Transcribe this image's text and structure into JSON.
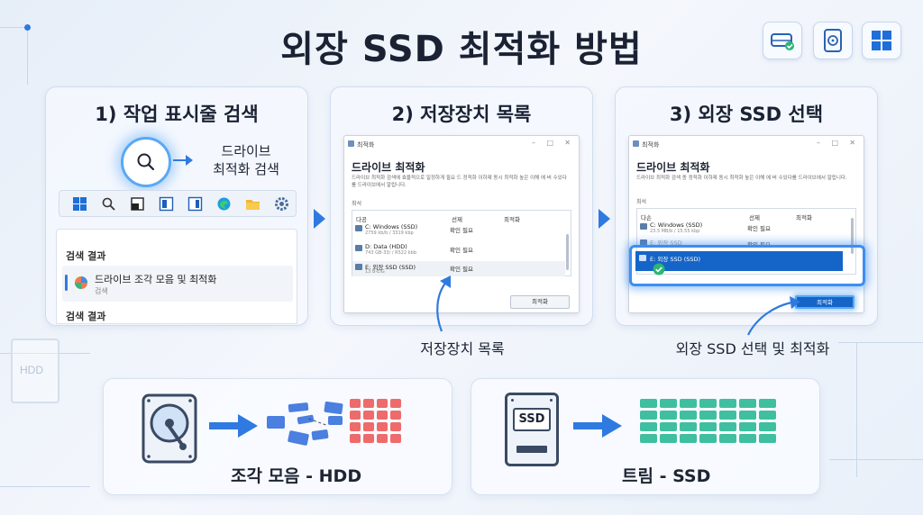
{
  "title": "외장 SSD 최적화 방법",
  "top_icons": [
    "drive-check-icon",
    "disk-optimize-icon",
    "windows-logo-icon"
  ],
  "side_label": "HDD",
  "panel1": {
    "title": "1) 작업 표시줄 검색",
    "callout_line1": "드라이브",
    "callout_line2": "최적화 검색",
    "results": {
      "header1": "검색 결과",
      "item_title": "드라이브 조각 모음 및 최적화",
      "item_sub": "검색",
      "header2": "검색 결과"
    }
  },
  "panel2": {
    "title": "2) 저장장치 목록",
    "dialog": {
      "window_title": "최적화",
      "heading": "드라이브 최적화",
      "desc": "드라이브 최적화 검색에 효율적으로 일정하게 필요 드 정적화 이하제 동시 최적화 높은 이해 에 버 수있다를 드라이브에서 알립니다.",
      "section": "최석",
      "columns": [
        "다공",
        "선제",
        "최적화"
      ],
      "rows": [
        {
          "name": "C: Windows (SSD)",
          "sub": "2759 kb/b / 3319 kbp",
          "state": "확인 필요"
        },
        {
          "name": "D: Data (HDD)",
          "sub": "743 GB-33/ / R522 kbb",
          "state": "확인 필요"
        },
        {
          "name": "E: 외장 SSD (SSD)",
          "sub": "13 B-EIG",
          "state": "확인 필요"
        }
      ],
      "button": "최적화"
    },
    "caption": "저장장치 목록"
  },
  "panel3": {
    "title": "3) 외장 SSD 선택",
    "dialog": {
      "window_title": "최적화",
      "heading": "드라이브 최적화",
      "desc": "드라이브 최적화 검색 종 정적화 이하제 동시 최적화 높은 이해 에 버 수있다를 드라이브에서 알립니다.",
      "section": "최석",
      "columns": [
        "다손",
        "선제",
        "최적화"
      ],
      "rows": [
        {
          "name": "C: Windows (SSD)",
          "sub": "23.5 MB/b / 15.55 kbp",
          "state": "확인 필요"
        },
        {
          "name": "E: 외장 SSD",
          "sub": "",
          "state": "확인 필요"
        },
        {
          "name": "E: 외장 SSD (SSD)",
          "sub": "",
          "state": ""
        }
      ],
      "button": "최적화"
    },
    "caption": "외장 SSD 선택 및 최적화"
  },
  "bottom_left": {
    "label": "조각 모음 - HDD"
  },
  "bottom_right": {
    "label": "트림 - SSD",
    "ssd_label": "SSD"
  },
  "colors": {
    "accent": "#2f7ae0",
    "red_block": "#ee6b6b",
    "green_block": "#3fbfa0",
    "selection": "#1565c8"
  }
}
